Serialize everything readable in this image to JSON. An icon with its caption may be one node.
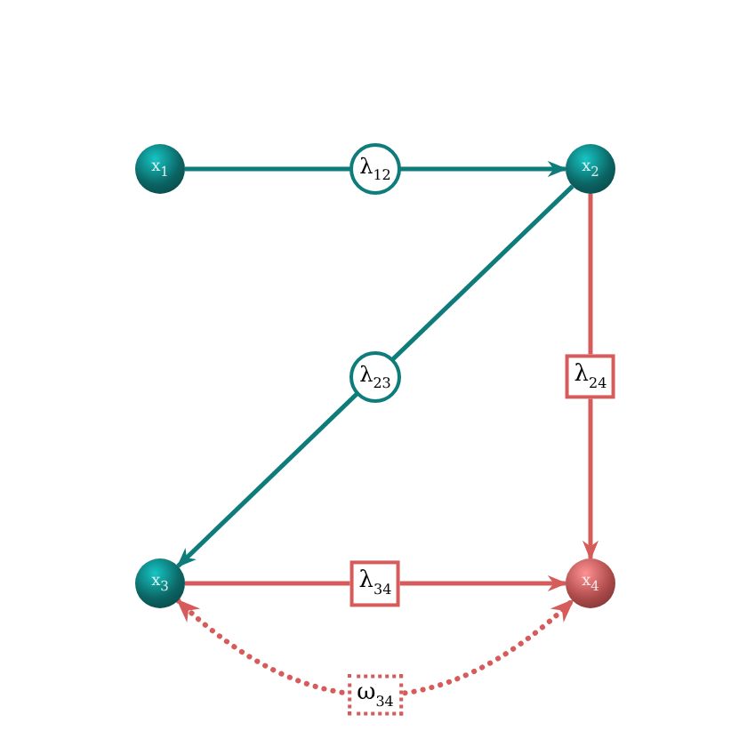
{
  "diagram": {
    "nodes": [
      {
        "text": [
          "x$_{1}$"
        ]
      },
      {
        "text": [
          "x$_{2}$"
        ]
      },
      {
        "text": [
          "x$_{3}$"
        ]
      },
      {
        "text": [
          "x$_{4}$"
        ]
      }
    ],
    "edges": [
      {
        "from": 0,
        "to": 1,
        "arrow": "to",
        "label": "λ$_{12}$",
        "color": "#0e7c7b"
      },
      {
        "from": 1,
        "to": 2,
        "arrow": "to",
        "label": "λ$_{23}$",
        "color": "#0e7c7b"
      },
      {
        "from": 1,
        "to": 3,
        "arrow": "to",
        "label": "λ$_{24}$"
      },
      {
        "from": 2,
        "to": 3,
        "arrow": "to",
        "label": "λ$_{34}$"
      },
      {
        "from": 2,
        "to": 3,
        "arrow": "both",
        "label": "ω$_{34}$",
        "style": "dashed"
      }
    ]
  }
}
